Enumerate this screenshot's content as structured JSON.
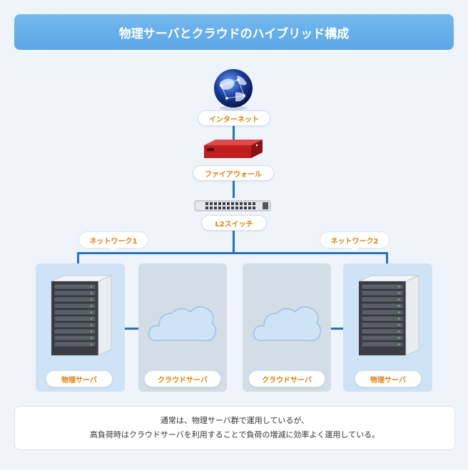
{
  "title": "物理サーバとクラウドのハイブリッド構成",
  "nodes": {
    "internet": "インターネット",
    "firewall": "ファイアウォール",
    "switch": "L2スイッチ"
  },
  "networks": {
    "net1": "ネットワーク1",
    "net2": "ネットワーク2"
  },
  "servers": {
    "physical_left": "物理サーバ",
    "cloud_left": "クラウドサーバ",
    "cloud_right": "クラウドサーバ",
    "physical_right": "物理サーバ"
  },
  "caption": {
    "line1": "通常は、物理サーバ群で運用しているが、",
    "line2": "高負荷時はクラウドサーバを利用することで負荷の増減に効率よく運用している。"
  },
  "colors": {
    "accent": "#5aa7e6",
    "line": "#1f74c8",
    "label_text": "#e0820a"
  }
}
